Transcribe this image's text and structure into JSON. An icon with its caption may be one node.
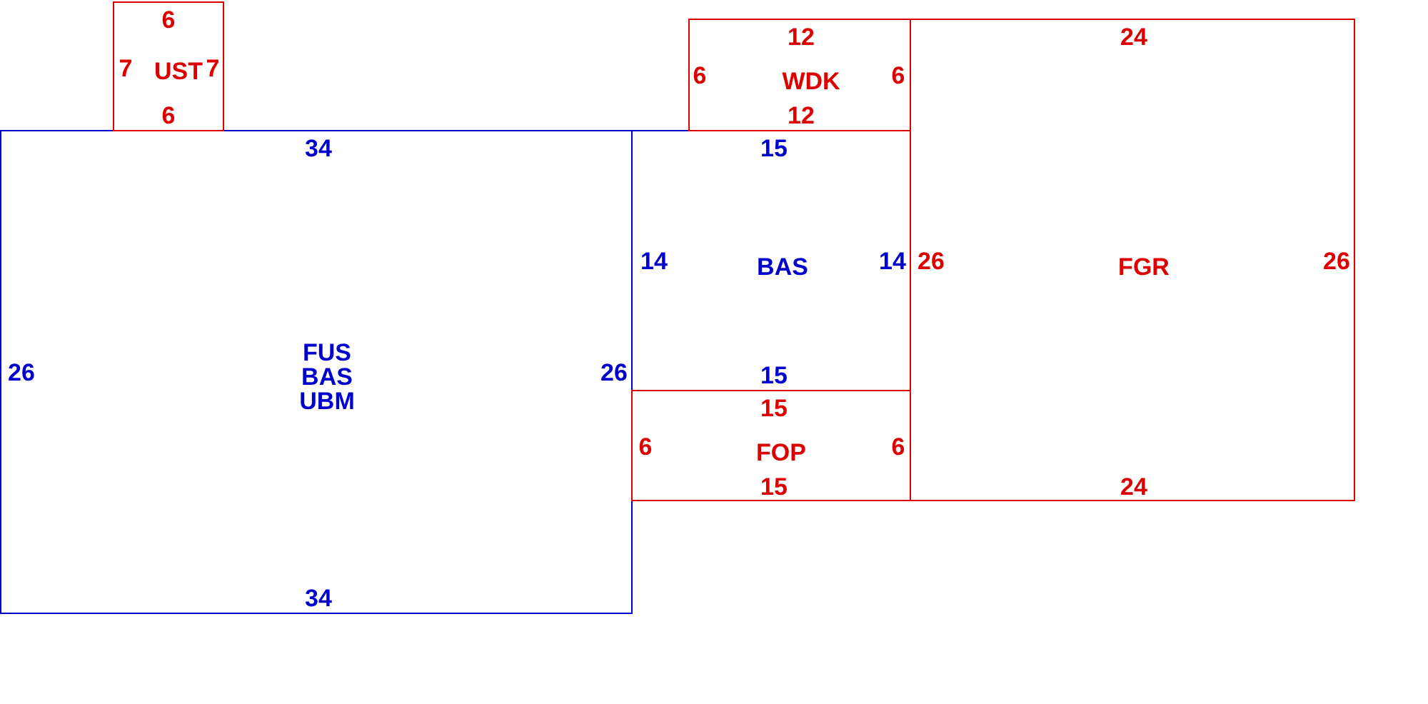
{
  "diagram": {
    "nodes": [
      {
        "text": [
          "6",
          "7",
          "UST",
          "7",
          "6"
        ]
      },
      {
        "text": [
          "12",
          "6",
          "WDK",
          "6",
          "12"
        ]
      },
      {
        "text": [
          "24",
          "26",
          "FGR",
          "26",
          "24"
        ]
      },
      {
        "text": [
          "34",
          "26",
          "FUS BAS UBM",
          "26",
          "34"
        ]
      },
      {
        "text": [
          "15",
          "14",
          "BAS",
          "14",
          "15"
        ]
      },
      {
        "text": [
          "15",
          "6",
          "FOP",
          "6",
          "15"
        ]
      }
    ]
  }
}
